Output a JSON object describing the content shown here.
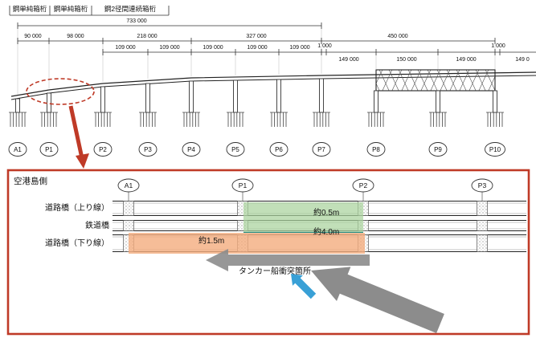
{
  "colors": {
    "accent_red": "#bf3a27",
    "highlight_green": "#a9d29c",
    "highlight_orange": "#f4ad7e",
    "arrow_gray": "#8c8c8c",
    "arrow_blue": "#39a0d6",
    "teal_line": "#2a8f86"
  },
  "elevation": {
    "girder_labels": [
      "鋼単純箱桁",
      "鋼単純箱桁",
      "鋼2径間連続箱桁"
    ],
    "total_dim": "733 000",
    "span_dims": [
      "90 000",
      "98 000",
      "218 000",
      "327 000",
      "450 000"
    ],
    "sub_dims": [
      "109 000",
      "109 000",
      "109 000",
      "109 000",
      "109 000",
      "1 000",
      "149 000",
      "150 000",
      "149 000",
      "1 000",
      "149 0"
    ],
    "piers": [
      "A1",
      "P1",
      "P2",
      "P3",
      "P4",
      "P5",
      "P6",
      "P7",
      "P8",
      "P9",
      "P10"
    ]
  },
  "detail": {
    "area_label": "空港島側",
    "piers": [
      "A1",
      "P1",
      "P2",
      "P3"
    ],
    "row_labels": [
      "道路橋（上り線）",
      "鉄道橋",
      "道路橋（下り線）"
    ],
    "gap_top": "約0.5m",
    "gap_bottom": "約4.0m",
    "gap_left": "約1.5m",
    "collision_label": "タンカー船衝突箇所"
  }
}
